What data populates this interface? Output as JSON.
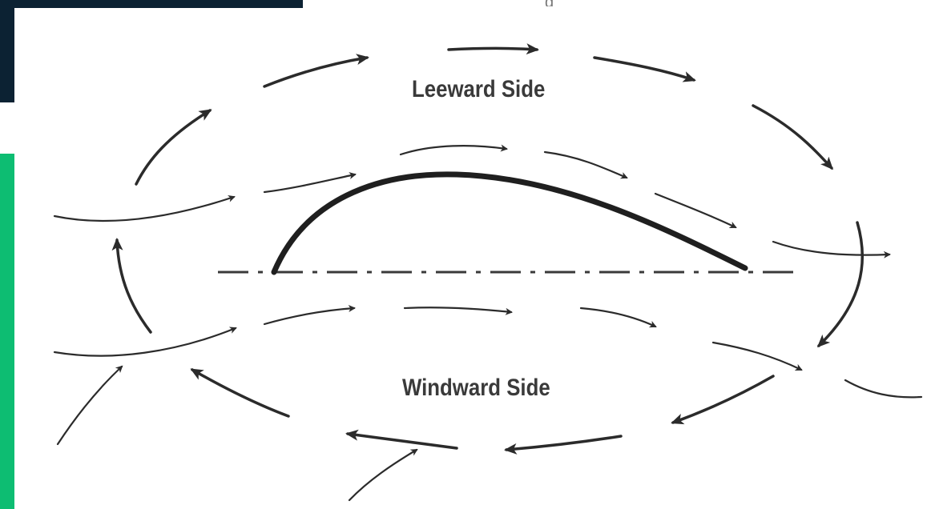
{
  "labels": {
    "leeward": "Leeward Side",
    "windward": "Windward Side",
    "cut_text": "g"
  },
  "colors": {
    "dark_panel": "#0c2233",
    "green_bar": "#0dbd72",
    "ink": "#2b2b2b",
    "text": "#3a3a3a"
  },
  "icons": [
    "airflow-arrow-icon",
    "airfoil-camber-line",
    "chord-line"
  ]
}
